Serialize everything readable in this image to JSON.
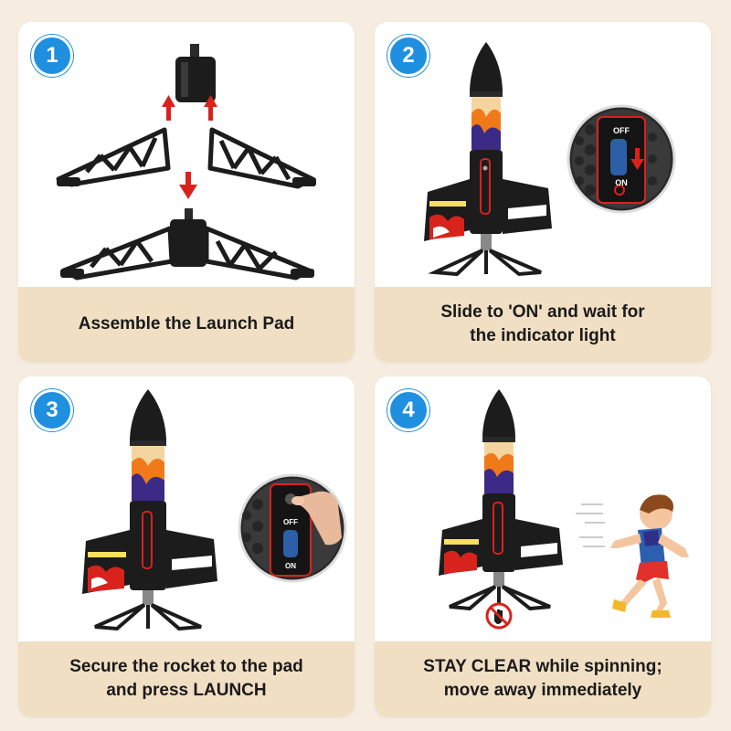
{
  "steps": [
    {
      "number": "1",
      "caption_lines": [
        "Assemble the Launch Pad"
      ]
    },
    {
      "number": "2",
      "caption_lines": [
        "Slide to 'ON' and wait for",
        "the indicator light"
      ]
    },
    {
      "number": "3",
      "caption_lines": [
        "Secure the rocket to the pad",
        "and press LAUNCH"
      ]
    },
    {
      "number": "4",
      "caption_lines": [
        "STAY CLEAR while spinning;",
        "move away immediately"
      ]
    }
  ],
  "switch_labels": {
    "off": "OFF",
    "on": "ON"
  },
  "colors": {
    "badge": "#1f8fe0",
    "caption_bg": "#f1dfc4",
    "arrow_red": "#d8231c",
    "rocket_black": "#1c1c1c",
    "flame_orange": "#f07a1a",
    "flame_purple": "#3b2a86"
  }
}
